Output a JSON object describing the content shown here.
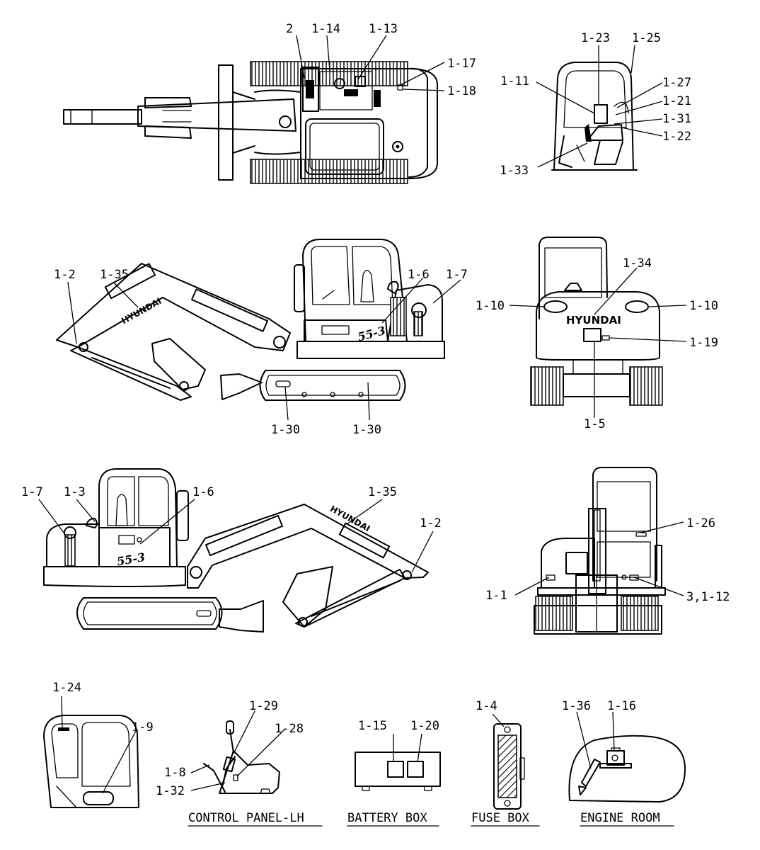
{
  "brand": "HYUNDAI",
  "model": "55-3",
  "captions": {
    "control_panel": "CONTROL PANEL-LH",
    "battery_box": "BATTERY BOX",
    "fuse_box": "FUSE BOX",
    "engine_room": "ENGINE ROOM"
  },
  "labels": {
    "top": [
      "2",
      "1-14",
      "1-13",
      "1-17",
      "1-18"
    ],
    "cab": [
      "1-23",
      "1-25",
      "1-11",
      "1-27",
      "1-21",
      "1-31",
      "1-22",
      "1-33"
    ],
    "side_right": [
      "1-2",
      "1-35",
      "1-6",
      "1-7",
      "1-30",
      "1-30"
    ],
    "rear": [
      "1-34",
      "1-10",
      "1-10",
      "1-19",
      "1-5"
    ],
    "side_left": [
      "1-7",
      "1-3",
      "1-6",
      "1-35",
      "1-2"
    ],
    "front": [
      "1-26",
      "1-1",
      "3,1-12"
    ],
    "door": [
      "1-24",
      "1-9"
    ],
    "control_panel": [
      "1-29",
      "1-28",
      "1-8",
      "1-32"
    ],
    "battery_box": [
      "1-15",
      "1-20"
    ],
    "fuse_box": [
      "1-4"
    ],
    "engine_room": [
      "1-36",
      "1-16"
    ]
  }
}
